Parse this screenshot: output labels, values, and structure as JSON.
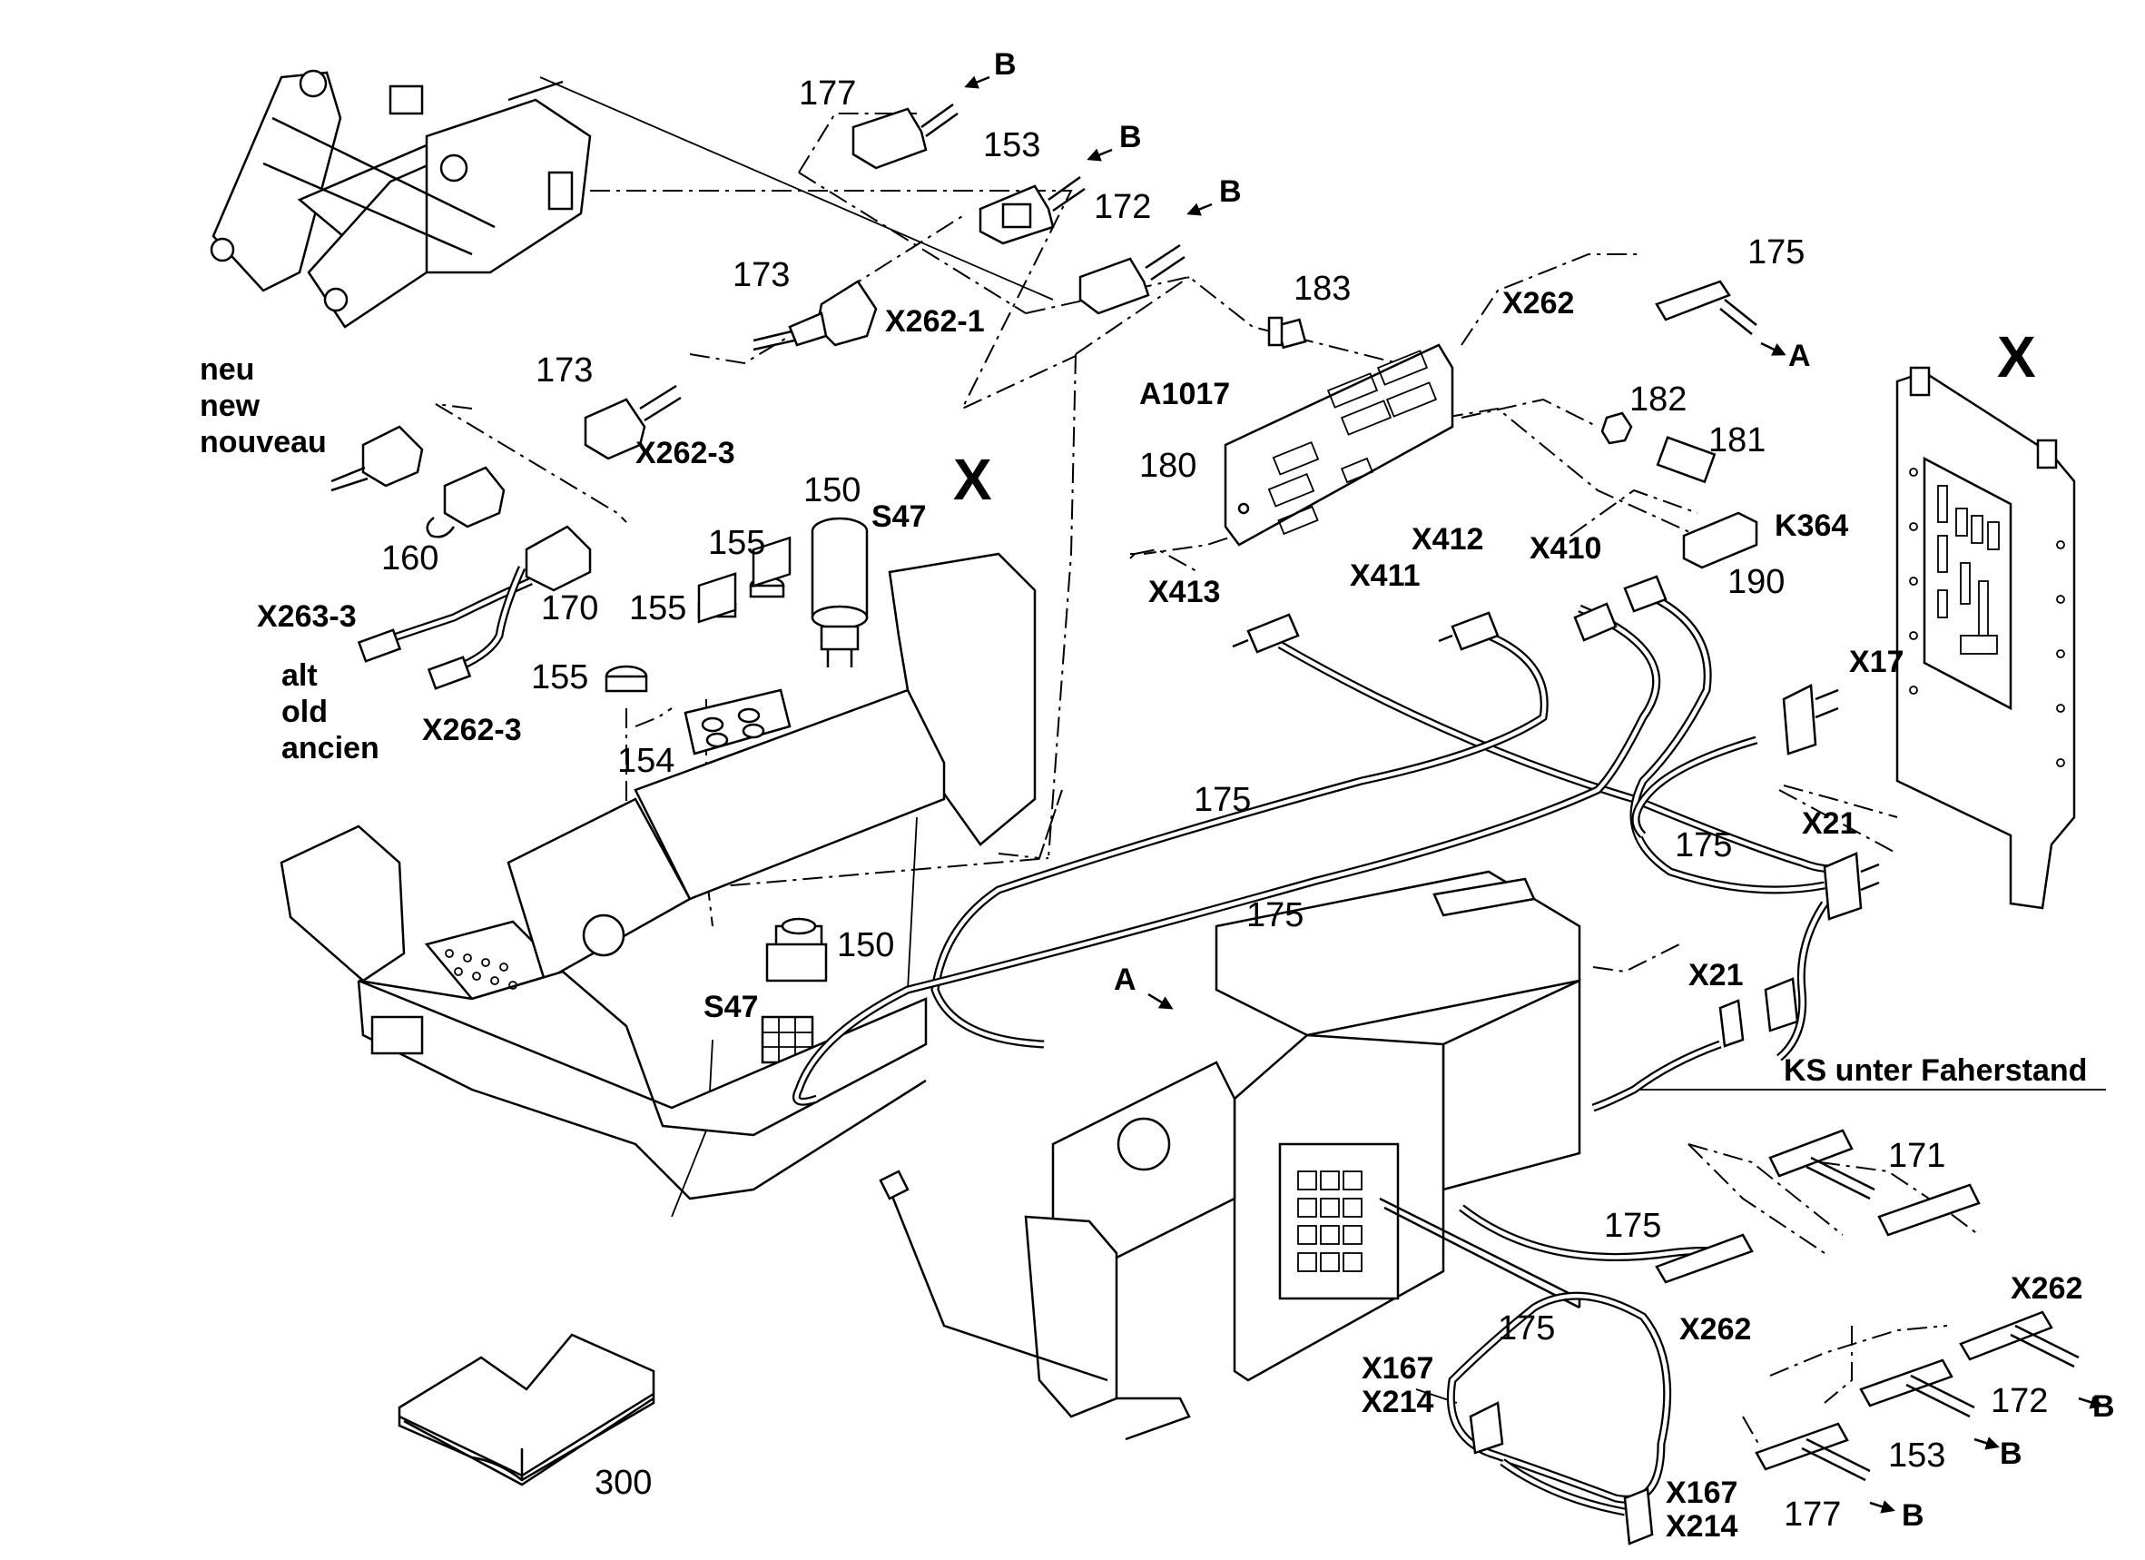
{
  "title_marks": {
    "left": "X",
    "right": "X"
  },
  "variant_labels": {
    "new": [
      "neu",
      "new",
      "nouveau"
    ],
    "old": [
      "alt",
      "old",
      "ancien"
    ]
  },
  "connector_labels": {
    "x262_1": "X262-1",
    "x262_3_top": "X262-3",
    "x262_3_old": "X262-3",
    "x263_3": "X263-3",
    "x262_board": "X262",
    "a1017": "A1017",
    "x413": "X413",
    "x411": "X411",
    "x412": "X412",
    "x410": "X410",
    "k364": "K364",
    "x17": "X17",
    "x21_upper": "X21",
    "x21_lower": "X21",
    "s47_top": "S47",
    "s47_bottom": "S47",
    "x262_right": "X262",
    "x262_lower": "X262",
    "x167_a": "X167",
    "x214_a": "X214",
    "x167_b": "X167",
    "x214_b": "X214"
  },
  "note": "KS unter Faherstand",
  "arrow_letters": {
    "b177": "B",
    "b153": "B",
    "b172": "B",
    "a175": "A",
    "a_left": "A",
    "b172_bottom": "B",
    "b153_bottom": "B",
    "b177_bottom": "B"
  },
  "part_numbers": {
    "p177_top": "177",
    "p153_top": "153",
    "p172_top": "172",
    "p173_a": "173",
    "p173_b": "173",
    "p160": "160",
    "p170": "170",
    "p150_top": "150",
    "p155_a": "155",
    "p155_b": "155",
    "p155_c": "155",
    "p154": "154",
    "p183": "183",
    "p180": "180",
    "p175_tr": "175",
    "p182": "182",
    "p181": "181",
    "p190": "190",
    "p175_mid1": "175",
    "p175_mid2": "175",
    "p175_mid3": "175",
    "p150_bottom": "150",
    "p171": "171",
    "p175_low1": "175",
    "p175_low2": "175",
    "p172_bottom": "172",
    "p153_bottom": "153",
    "p177_bottom": "177",
    "p300": "300"
  }
}
